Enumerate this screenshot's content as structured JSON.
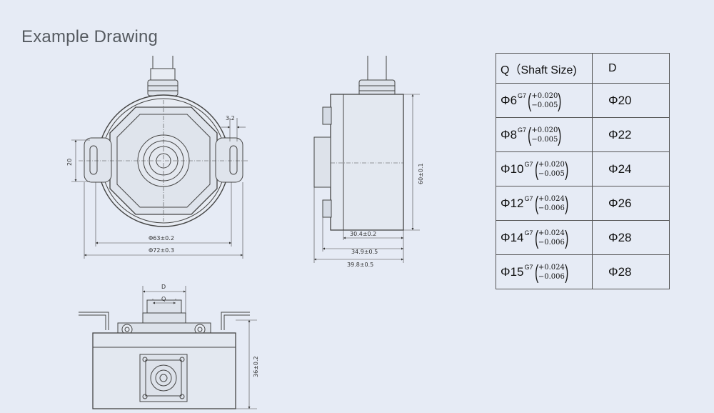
{
  "title": "Example Drawing",
  "front_view": {
    "dim_width_slot": "3.2",
    "dim_slot_height": "20",
    "dim_bolt_circle": "Φ63±0.2",
    "dim_outer_dia": "Φ72±0.3"
  },
  "side_view": {
    "dim_height": "60±0.1",
    "dim_body": "30.4±0.2",
    "dim_mid": "34.9±0.5",
    "dim_total": "39.8±0.5"
  },
  "top_view": {
    "label_d": "D",
    "label_q": "Q",
    "dim_depth": "36±0.2"
  },
  "table": {
    "headers": [
      "Q（Shaft Size)",
      "D"
    ],
    "rows": [
      {
        "base": "Φ6",
        "grade": "G7",
        "upper": "+0.020",
        "lower": "−0.005",
        "d": "Φ20"
      },
      {
        "base": "Φ8",
        "grade": "G7",
        "upper": "+0.020",
        "lower": "−0.005",
        "d": "Φ22"
      },
      {
        "base": "Φ10",
        "grade": "G7",
        "upper": "+0.020",
        "lower": "−0.005",
        "d": "Φ24"
      },
      {
        "base": "Φ12",
        "grade": "G7",
        "upper": "+0.024",
        "lower": "−0.006",
        "d": "Φ26"
      },
      {
        "base": "Φ14",
        "grade": "G7",
        "upper": "+0.024",
        "lower": "−0.006",
        "d": "Φ28"
      },
      {
        "base": "Φ15",
        "grade": "G7",
        "upper": "+0.024",
        "lower": "−0.006",
        "d": "Φ28"
      }
    ]
  }
}
